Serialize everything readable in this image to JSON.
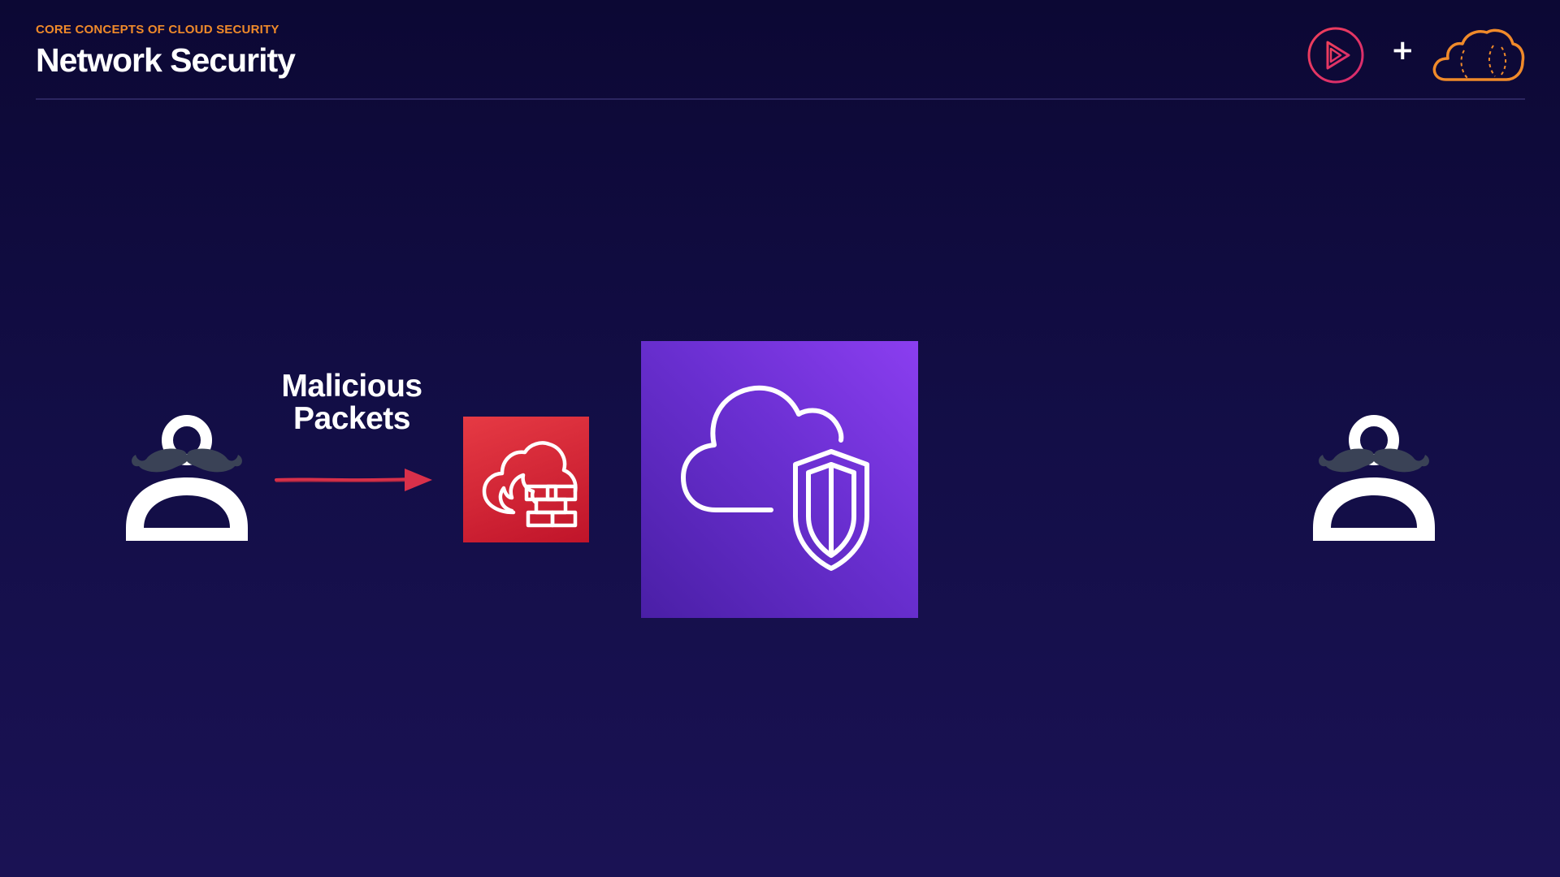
{
  "header": {
    "kicker": "CORE CONCEPTS OF CLOUD SECURITY",
    "title": "Network Security"
  },
  "logos": {
    "plus": "+",
    "left_logo": "play-circle-icon",
    "right_logo": "cloud-icon"
  },
  "diagram": {
    "packet_label_line1": "Malicious",
    "packet_label_line2": "Packets",
    "left_actor": "hacker-icon",
    "right_actor": "hacker-icon",
    "firewall": "firewall-icon",
    "service": "cloud-shield-icon"
  },
  "colors": {
    "accent_orange": "#f08a2a",
    "firewall_red": "#d9232e",
    "service_purple": "#6a2fd1",
    "arrow_red": "#d9304a"
  }
}
